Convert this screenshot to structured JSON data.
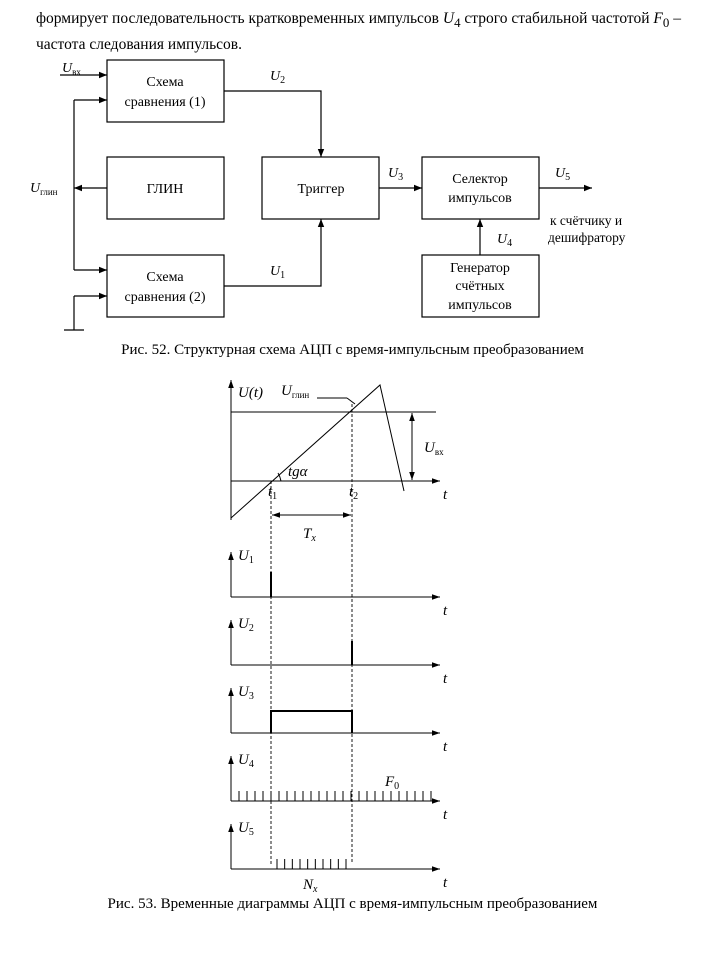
{
  "intro": {
    "part1": "формирует последовательность кратковременных импульсов ",
    "u4_sym": "U",
    "u4_sub": "4",
    "part2": " строго стабильной частотой ",
    "f0_sym": "F",
    "f0_sub": "0",
    "part3": " – частота следования импульсов."
  },
  "fig52": {
    "caption": "Рис. 52. Структурная схема АЦП с время-импульсным преобразованием",
    "blocks": {
      "comp1_l1": "Схема",
      "comp1_l2": "сравнения (1)",
      "glin": "ГЛИН",
      "trigger": "Триггер",
      "comp2_l1": "Схема",
      "comp2_l2": "сравнения (2)",
      "selector_l1": "Селектор",
      "selector_l2": "импульсов",
      "gen_l1": "Генератор",
      "gen_l2": "счётных",
      "gen_l3": "импульсов"
    },
    "labels": {
      "u": "U",
      "u_in_sub": "вх",
      "u_glin_sub": "глин",
      "s1": "1",
      "s2": "2",
      "s3": "3",
      "s4": "4",
      "s5": "5",
      "out_l1": "к счётчику и",
      "out_l2": "дешифратору"
    }
  },
  "fig53": {
    "caption": "Рис. 53. Временные диаграммы АЦП с время-импульсным преобразованием",
    "labels": {
      "u_t": "U(t)",
      "u_glin_sub": "глин",
      "u_in_sub": "вх",
      "tg": "tgα",
      "t": "t",
      "t1_sub": "1",
      "t2_sub": "2",
      "tx": "T",
      "tx_sub": "x",
      "f0": "F",
      "f0_sub": "0",
      "nx": "N",
      "nx_sub": "x"
    },
    "axes": [
      "U1",
      "U2",
      "U3",
      "U4",
      "U5"
    ],
    "pulses_u4_count": 25,
    "pulses_u5_count": 10
  }
}
